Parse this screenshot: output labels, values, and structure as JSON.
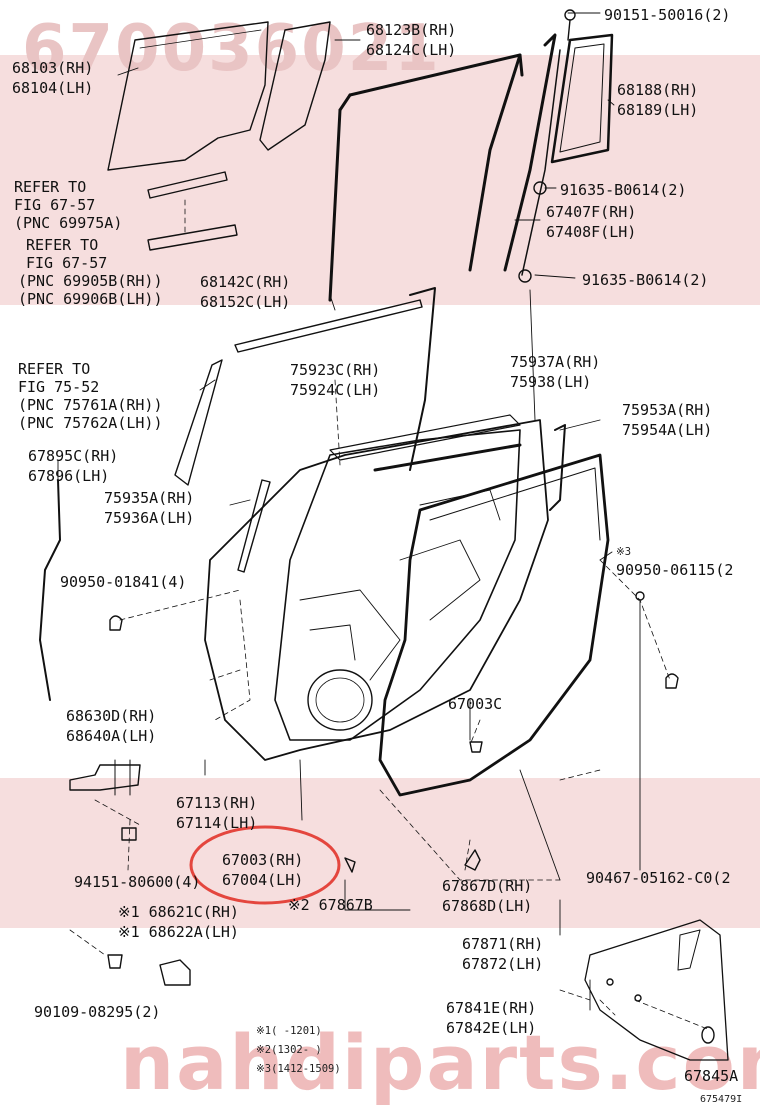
{
  "watermark": {
    "part_number": "670036021",
    "brand": "nahdiparts.com"
  },
  "labels": {
    "p68103": [
      "68103(RH)",
      "68104(LH)"
    ],
    "p68123": [
      "68123B(RH)",
      "68124C(LH)"
    ],
    "p90151": [
      "90151-50016(2)"
    ],
    "p68188": [
      "68188(RH)",
      "68189(LH)"
    ],
    "p91635a": [
      "91635-B0614(2)"
    ],
    "p67407": [
      "67407F(RH)",
      "67408F(LH)"
    ],
    "p91635b": [
      "91635-B0614(2)"
    ],
    "refer_a": [
      "REFER TO",
      "FIG 67-57",
      "(PNC 69975A)"
    ],
    "refer_b": [
      "REFER TO",
      "FIG 67-57",
      "(PNC 69905B(RH))",
      "(PNC 69906B(LH))"
    ],
    "p68142": [
      "68142C(RH)",
      "68152C(LH)"
    ],
    "p75923": [
      "75923C(RH)",
      "75924C(LH)"
    ],
    "refer_c": [
      "REFER TO",
      "FIG 75-52",
      "(PNC 75761A(RH))",
      "(PNC 75762A(LH))"
    ],
    "p75937": [
      "75937A(RH)",
      "75938(LH)"
    ],
    "p75953": [
      "75953A(RH)",
      "75954A(LH)"
    ],
    "p67895": [
      "67895C(RH)",
      "67896(LH)"
    ],
    "p75935": [
      "75935A(RH)",
      "75936A(LH)"
    ],
    "p90950a": [
      "90950-01841(4)"
    ],
    "note3_top": "※3",
    "p90950b": [
      "90950-06115(2"
    ],
    "p68630": [
      "68630D(RH)",
      "68640A(LH)"
    ],
    "p67003c": [
      "67003C"
    ],
    "p67113": [
      "67113(RH)",
      "67114(LH)"
    ],
    "p67003": [
      "67003(RH)",
      "67004(LH)"
    ],
    "p94151": [
      "94151-80600(4)"
    ],
    "p67867d": [
      "67867D(RH)",
      "67868D(LH)"
    ],
    "p90467": [
      "90467-05162-C0(2"
    ],
    "p67867b": [
      "※2 67867B"
    ],
    "p68621": [
      "※1 68621C(RH)",
      "※1 68622A(LH)"
    ],
    "p67871": [
      "67871(RH)",
      "67872(LH)"
    ],
    "p90109": [
      "90109-08295(2)"
    ],
    "p67841": [
      "67841E(RH)",
      "67842E(LH)"
    ],
    "p67845": [
      "67845A"
    ]
  },
  "footnotes": [
    "※1(     -1201)",
    "※2(1302-     )",
    "※3(1412-1509)"
  ],
  "figure_id": "675479I",
  "colors": {
    "highlight": "#e4463e",
    "watermark": "#e9c4c4",
    "line": "#111111"
  }
}
